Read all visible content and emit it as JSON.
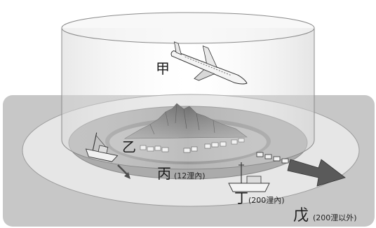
{
  "labels": {
    "jia": "甲",
    "yi": "乙",
    "bing": "丙",
    "bing_note": "(12浬內)",
    "ding": "丁",
    "ding_note": "(200浬內)",
    "wu": "戊",
    "wu_note": "(200浬以外)"
  },
  "icons": {
    "airplane": "airplane-icon",
    "fishing_boat_left": "fishing-boat-icon",
    "fishing_boat_right": "fishing-boat-icon",
    "arrow_right": "arrow-right-icon"
  },
  "colors": {
    "sea_outer": "#c7c7c7",
    "zone_200": "#e4e4e4",
    "zone_12": "#a9a9a9",
    "island": "#8d8d8d",
    "cylinder_line": "#8a8a8a",
    "arrow": "#595959"
  }
}
